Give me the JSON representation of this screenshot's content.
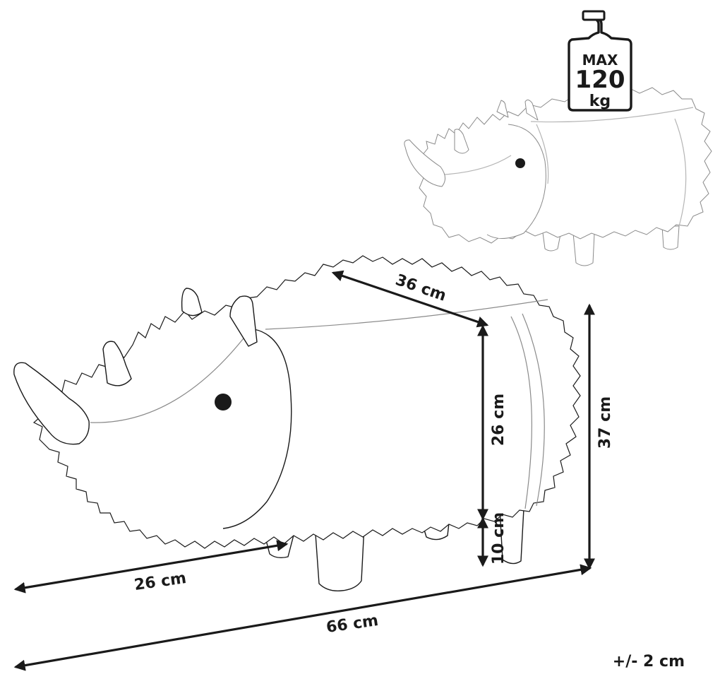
{
  "weight_badge": {
    "line1": "MAX",
    "line2": "120",
    "line3": "kg"
  },
  "dimensions": {
    "seat_width": "36 cm",
    "body_height": "26 cm",
    "total_height": "37 cm",
    "leg_height": "10 cm",
    "leg_depth": "26 cm",
    "total_length": "66 cm"
  },
  "tolerance": "+/- 2 cm",
  "colors": {
    "ink": "#1a1a1a",
    "faded_ink": "#8a8a8a"
  },
  "icons": [
    "weight-icon",
    "rhino-stool-icon"
  ]
}
